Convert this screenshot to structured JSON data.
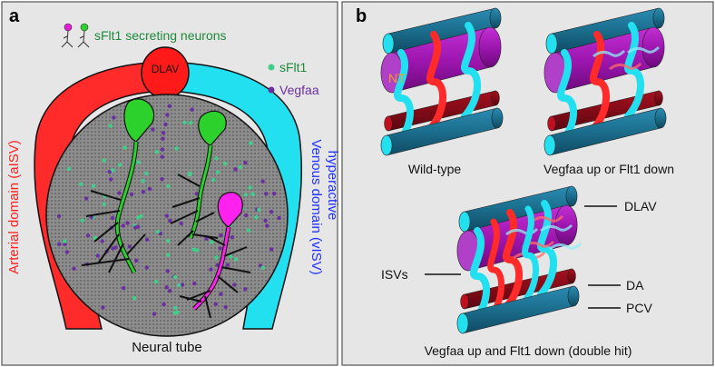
{
  "panel_a": {
    "letter": "a",
    "neurons_label": "sFlt1 secreting neurons",
    "dlav": "DLAV",
    "legend_sflt1": "sFlt1",
    "legend_vegfaa": "Vegfaa",
    "arterial": "Arterial domain (aISV)",
    "venous": "Venous domain (vISV)",
    "hyperactive": "hyperactive",
    "neural_tube": "Neural tube"
  },
  "panel_b": {
    "letter": "b",
    "nt": "NT",
    "wild_type": "Wild-type",
    "vegfaa_up_or": "Vegfaa up or Flt1 down",
    "dlav": "DLAV",
    "isvs": "ISVs",
    "da": "DA",
    "pcv": "PCV",
    "double_hit": "Vegfaa up and Flt1 down (double hit)"
  },
  "colors": {
    "arterial": "#ff2a2a",
    "venous": "#22e0ef",
    "sflt1_dot": "#3fcf8a",
    "vegfaa_dot": "#6b2fa0",
    "neuron_green": "#2cd12c",
    "neuron_magenta": "#ff22ee",
    "vessel_blue": "#1f6f8f",
    "nt_purple": "#a018b0",
    "da_dark_red": "#7a0a14"
  }
}
